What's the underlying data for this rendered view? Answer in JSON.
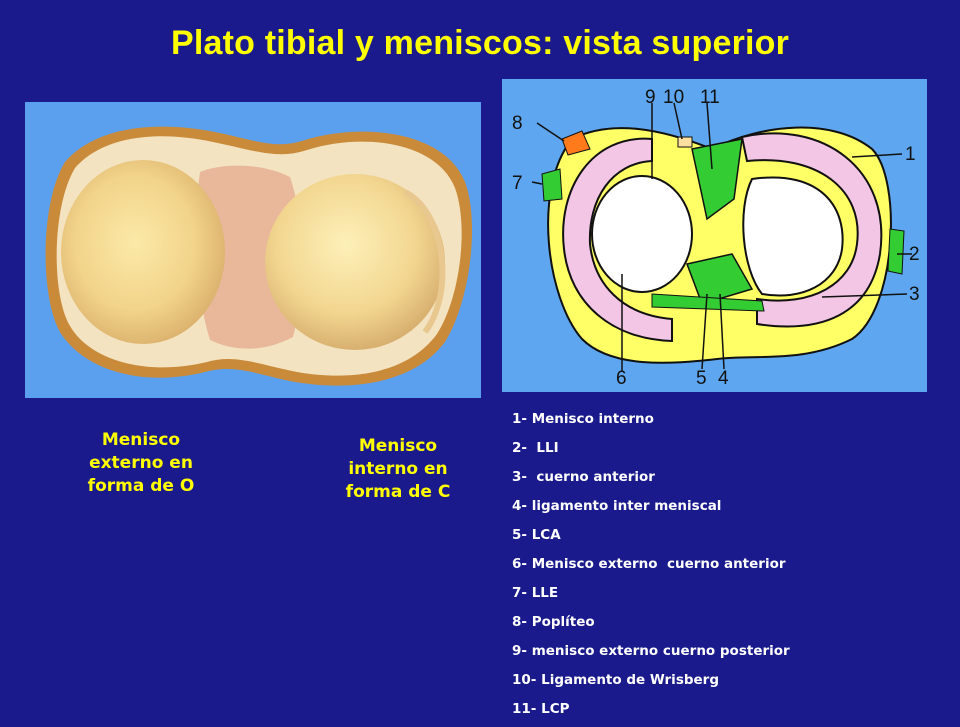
{
  "title": "Plato tibial y meniscos: vista superior",
  "captions": {
    "left": [
      "Menisco",
      "externo en",
      "forma de O"
    ],
    "right": [
      "Menisco",
      "interno en",
      "forma de C"
    ]
  },
  "diagram_numbers": [
    "1",
    "2",
    "3",
    "4",
    "5",
    "6",
    "7",
    "8",
    "9",
    "10",
    "11"
  ],
  "legend": [
    "1- Menisco interno",
    "2-  LLI",
    "3-  cuerno anterior",
    "4- ligamento inter meniscal",
    "5- LCA",
    "6- Menisco externo  cuerno anterior",
    "7- LLE",
    "8- Poplíteo",
    "9- menisco externo cuerno posterior",
    "10- Ligamento de Wrisberg",
    "11- LCP"
  ]
}
